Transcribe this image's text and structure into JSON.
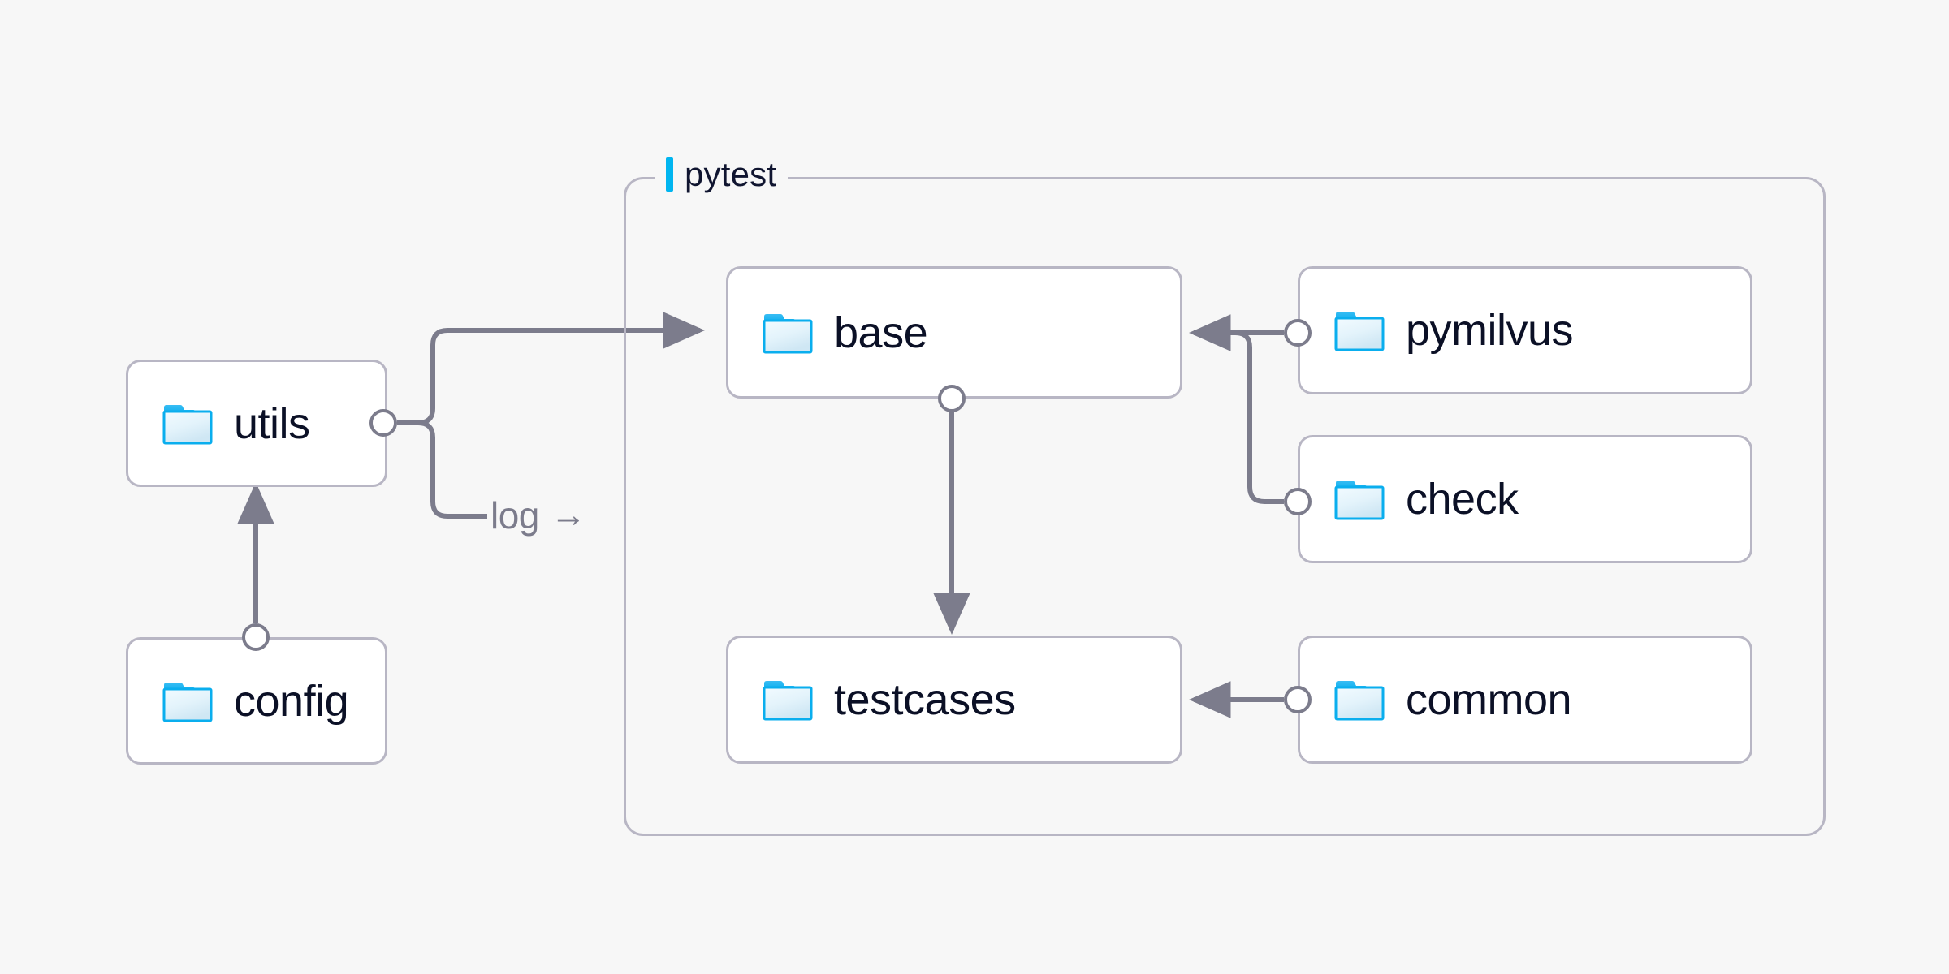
{
  "diagram": {
    "title": "pytest",
    "background_color": "#f7f7f7",
    "accent_color": "#00b5f0",
    "border_color": "#b8b6c4",
    "wire_color": "#7c7c8c",
    "text_color": "#0b1026"
  },
  "group": {
    "label": "pytest",
    "accent_bar": "accent-bar"
  },
  "nodes": [
    {
      "id": "utils",
      "label": "utils",
      "icon": "folder-icon"
    },
    {
      "id": "config",
      "label": "config",
      "icon": "folder-icon"
    },
    {
      "id": "base",
      "label": "base",
      "icon": "folder-icon"
    },
    {
      "id": "testcases",
      "label": "testcases",
      "icon": "folder-icon"
    },
    {
      "id": "pymilvus",
      "label": "pymilvus",
      "icon": "folder-icon"
    },
    {
      "id": "check",
      "label": "check",
      "icon": "folder-icon"
    },
    {
      "id": "common",
      "label": "common",
      "icon": "folder-icon"
    }
  ],
  "edges": [
    {
      "id": "utils-base",
      "from": "utils",
      "to": "base",
      "label": ""
    },
    {
      "id": "utils-log",
      "from": "utils",
      "to": "pytest",
      "label": "log",
      "arrow_glyph": "→"
    },
    {
      "id": "config-utils",
      "from": "config",
      "to": "utils",
      "label": ""
    },
    {
      "id": "base-testcases",
      "from": "base",
      "to": "testcases",
      "label": ""
    },
    {
      "id": "pymilvus-base",
      "from": "pymilvus",
      "to": "base",
      "label": ""
    },
    {
      "id": "check-base",
      "from": "check",
      "to": "base",
      "label": ""
    },
    {
      "id": "common-testcases",
      "from": "common",
      "to": "testcases",
      "label": ""
    }
  ]
}
